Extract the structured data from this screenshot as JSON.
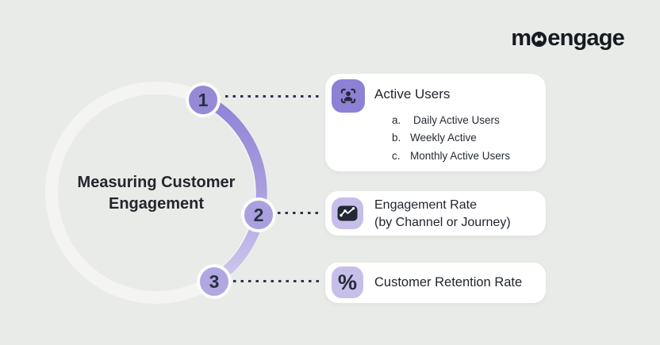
{
  "logo": {
    "full": "moengage",
    "text_m": "m",
    "text_engage": "engage"
  },
  "hub": {
    "title": "Measuring Customer Engagement"
  },
  "steps": [
    {
      "number": "1"
    },
    {
      "number": "2"
    },
    {
      "number": "3"
    }
  ],
  "cards": [
    {
      "icon": "user-scan-icon",
      "title": "Active Users",
      "items": [
        {
          "marker": "a.",
          "label": "Daily Active Users"
        },
        {
          "marker": "b.",
          "label": "Weekly Active"
        },
        {
          "marker": "c.",
          "label": "Monthly Active Users"
        }
      ]
    },
    {
      "icon": "line-chart-icon",
      "title_line1": "Engagement Rate",
      "title_line2": "(by Channel or Journey)"
    },
    {
      "icon": "percent-icon",
      "percent_symbol": "%",
      "title": "Customer Retention Rate"
    }
  ],
  "colors": {
    "background": "#e9ebe8",
    "card": "#ffffff",
    "ring": "#f4f5f2",
    "arc_start": "#8e82d7",
    "arc_end": "#cfc9ee",
    "badge_1": "#968ad7",
    "badge_2": "#aba0df",
    "badge_3": "#b1a7e1",
    "icon_primary_bg": "#8d81d6",
    "icon_light_bg": "#c7bfe9",
    "ink": "#23262d",
    "dotted_line": "#2b3650"
  }
}
